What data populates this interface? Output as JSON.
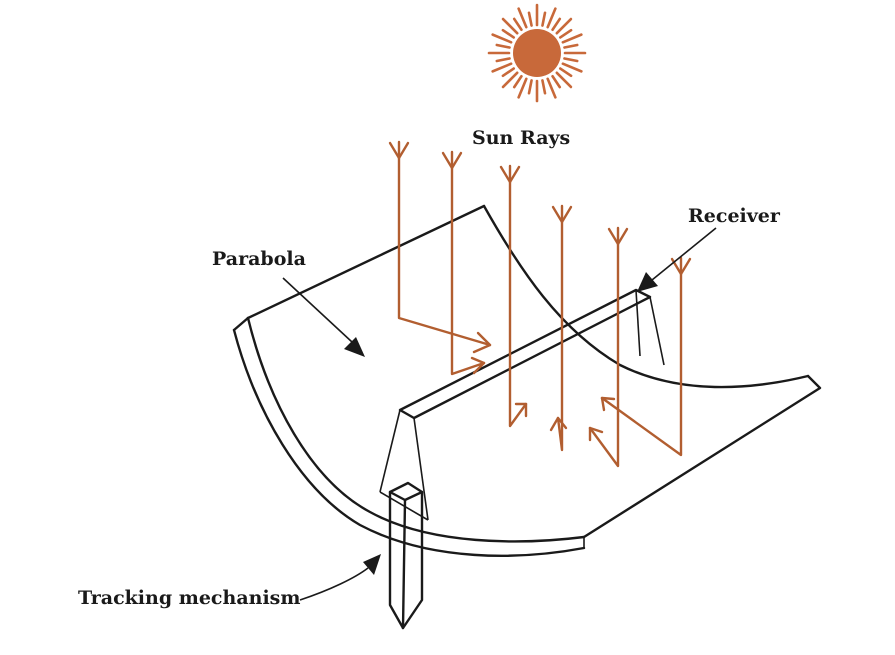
{
  "labels": {
    "sun_rays": "Sun Rays",
    "receiver": "Receiver",
    "parabola": "Parabola",
    "tracking": "Tracking mechanism"
  },
  "colors": {
    "ray": "#b25e30",
    "sun": "#c8693a",
    "line": "#1a1a1a"
  },
  "icons": {
    "sun": "sun-icon",
    "pointer": "arrow-pointer-icon"
  }
}
